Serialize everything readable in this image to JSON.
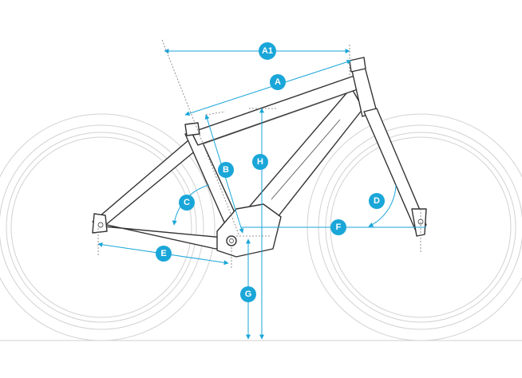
{
  "labels": {
    "a1": "A1",
    "a": "A",
    "b": "B",
    "c": "C",
    "d": "D",
    "e": "E",
    "f": "F",
    "g": "G",
    "h": "H"
  },
  "colors": {
    "accent": "#1aa6d8",
    "frame": "#333333",
    "wheel": "#d2d2d2"
  }
}
